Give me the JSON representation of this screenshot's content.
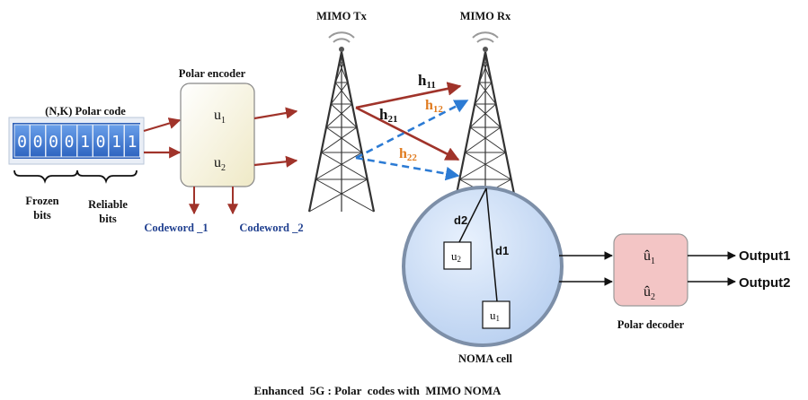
{
  "polar_code": {
    "title": "(N,K) Polar code",
    "bits": [
      "0",
      "0",
      "0",
      "0",
      "1",
      "0",
      "1",
      "1"
    ],
    "frozen_label_1": "Frozen",
    "frozen_label_2": "bits",
    "reliable_label_1": "Reliable",
    "reliable_label_2": "bits"
  },
  "encoder": {
    "title": "Polar encoder",
    "u1_base": "u",
    "u1_sub": "1",
    "u2_base": "u",
    "u2_sub": "2",
    "codeword_1": "Codeword _1",
    "codeword_2": "Codeword _2"
  },
  "mimo": {
    "tx_label": "MIMO Tx",
    "rx_label": "MIMO Rx",
    "h11_base": "h",
    "h11_sub": "11",
    "h21_base": "h",
    "h21_sub": "21",
    "h12_base": "h",
    "h12_sub": "12",
    "h22_base": "h",
    "h22_sub": "22"
  },
  "noma": {
    "label": "NOMA cell",
    "d1": "d1",
    "d2": "d2",
    "u1_base": "u",
    "u1_sub": "1",
    "u2_base": "u",
    "u2_sub": "2"
  },
  "decoder": {
    "title": "Polar decoder",
    "uhat1_base": "û",
    "uhat1_sub": "1",
    "uhat2_base": "û",
    "uhat2_sub": "2",
    "output1": "Output1",
    "output2": "Output2"
  },
  "caption": "Enhanced  5G : Polar  codes with  MIMO NOMA",
  "colors": {
    "solid_arrow": "#a0332a",
    "dashed_arrow": "#2c7bd4",
    "h12_h22": "#e07b1f",
    "codeword_text": "#1f3f8f",
    "bit_box": "#3a7bd5",
    "encoder_fill": "#fbf8e6",
    "decoder_fill": "#f3c5c5",
    "noma_fill": "#cfe0f8"
  }
}
